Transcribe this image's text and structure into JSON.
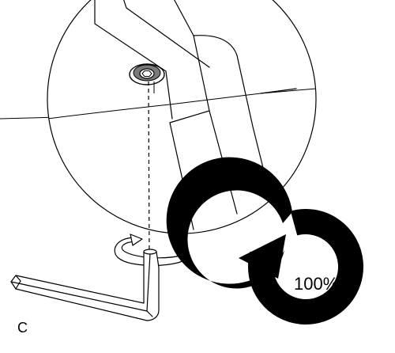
{
  "diagram": {
    "part_label": "C",
    "tighten_torque": "100%",
    "colors": {
      "line": "#000000",
      "background": "#ffffff",
      "arrow_fill": "#000000"
    },
    "icons": [
      "magnified-detail",
      "hex-socket-screw",
      "hex-key",
      "rotate-clockwise-arrow",
      "full-tighten-arrow"
    ]
  }
}
